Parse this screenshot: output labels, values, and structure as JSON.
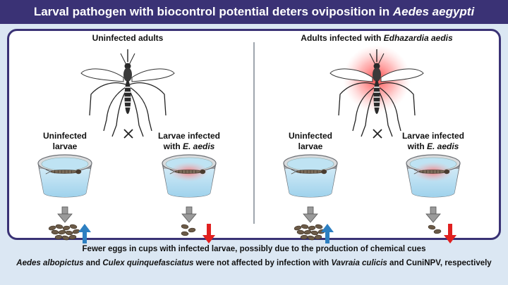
{
  "title": {
    "text": "Larval pathogen with biocontrol potential deters oviposition in ",
    "species": "Aedes aegypti"
  },
  "left_panel": {
    "adult_label": "Uninfected adults",
    "cross_symbol": "×",
    "cup_left": {
      "line1": "Uninfected",
      "line2": "larvae"
    },
    "cup_right": {
      "line1": "Larvae infected",
      "line2_prefix": "with ",
      "line2_species": "E. aedis"
    },
    "egg_result_left": "more eggs (up arrow)",
    "egg_result_right": "fewer eggs (down arrow)"
  },
  "right_panel": {
    "adult_label_prefix": "Adults infected with ",
    "adult_label_species": "Edhazardia aedis",
    "cross_symbol": "×",
    "cup_left": {
      "line1": "Uninfected",
      "line2": "larvae"
    },
    "cup_right": {
      "line1": "Larvae infected",
      "line2_prefix": "with ",
      "line2_species": "E. aedis"
    }
  },
  "footer": {
    "line1": "Fewer eggs in cups with infected larvae, possibly due to the production of chemical cues",
    "line2_parts": [
      {
        "text": "Aedes albopictus",
        "italic": true
      },
      {
        "text": " and ",
        "italic": false
      },
      {
        "text": "Culex quinquefasciatus",
        "italic": true
      },
      {
        "text": " were not affected by infection with ",
        "italic": false
      },
      {
        "text": "Vavraia culicis",
        "italic": true
      },
      {
        "text": " and CuniNPV, respectively",
        "italic": false
      }
    ]
  },
  "colors": {
    "banner": "#3a3275",
    "background": "#dbe7f3",
    "water": "#bfe3f3",
    "infection_glow": "#ff2a2a",
    "arrow_up": "#2d7fc1",
    "arrow_down": "#e02020",
    "egg": "#6b5a47"
  },
  "icons": [
    "mosquito-icon",
    "cup-icon",
    "larva-icon",
    "down-arrow-icon",
    "egg-cluster-icon",
    "up-arrow-icon",
    "cross-icon"
  ]
}
